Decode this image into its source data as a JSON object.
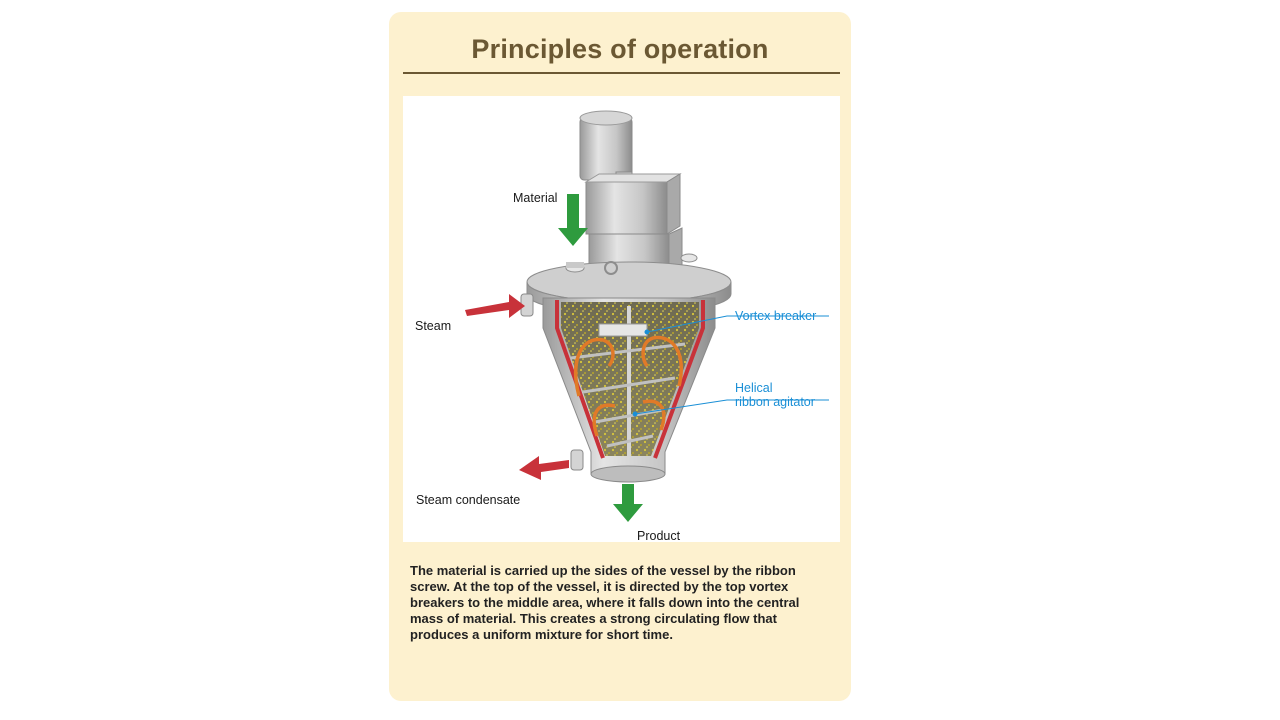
{
  "title": "Principles of operation",
  "labels": {
    "material": "Material",
    "steam": "Steam",
    "steam_condensate": "Steam condensate",
    "product": "Product",
    "vortex_breaker": "Vortex breaker",
    "helical_line1": "Helical",
    "helical_line2": "ribbon agitator"
  },
  "description": "The material is carried up the sides of the vessel by the ribbon screw. At the top of the vessel, it is directed by the top vortex breakers to the middle area, where it falls down into the central mass of material. This creates a strong circulating flow that produces a uniform mixture for short time.",
  "colors": {
    "card_bg": "#fdf1cf",
    "title": "#6b5833",
    "callout": "#1a8fd6",
    "green_arrow": "#2e9b3e",
    "red_arrow": "#c8323a"
  }
}
